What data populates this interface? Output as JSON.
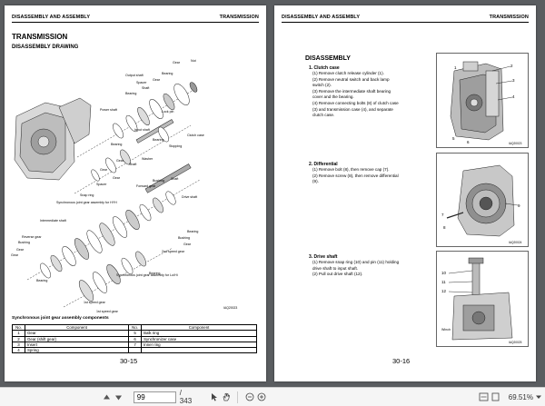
{
  "left_page": {
    "header_left": "DISASSEMBLY AND ASSEMBLY",
    "header_right": "TRANSMISSION",
    "title": "TRANSMISSION",
    "subtitle": "DISASSEMBLY DRAWING",
    "labels": [
      "Gear",
      "Nut",
      "Bearing",
      "Output shaft",
      "Spacer",
      "Gear",
      "Shaft",
      "Bearing",
      "Lock pin",
      "Power shaft",
      "Input shaft",
      "Clutch case",
      "Bearing",
      "Bearing",
      "Stopping",
      "Washer",
      "Shaft",
      "Gear",
      "Gear",
      "Bushing",
      "Gear",
      "Shaft",
      "Spacer",
      "Forward gear",
      "Snap ring",
      "Synchronous joint gear assembly for HYH",
      "Intermediate shaft",
      "Reverse gear",
      "Bushing",
      "Gear",
      "Gear",
      "Bushing",
      "Gear",
      "2nd speed gear",
      "Bearing",
      "Bearing",
      "1st speed gear",
      "Synchronous joint gear assembly for Lo/Hi",
      "1st speed gear",
      "Drive shaft",
      "Bearing"
    ],
    "fig_code": "IAQ20023",
    "table_title": "Synchronous joint gear assembly components",
    "table_headers": [
      "No.",
      "Component",
      "No.",
      "Component"
    ],
    "table_rows": [
      [
        "1",
        "Gear",
        "5",
        "Balk ring"
      ],
      [
        "2",
        "Gear (shift gear)",
        "6",
        "Synchronizer case"
      ],
      [
        "3",
        "Insert",
        "7",
        "Inner ring"
      ],
      [
        "4",
        "Spring",
        "",
        ""
      ]
    ],
    "page_number": "30-15"
  },
  "right_page": {
    "header_left": "DISASSEMBLY AND ASSEMBLY",
    "header_right": "TRANSMISSION",
    "title": "DISASSEMBLY",
    "s1_title": "1.   Clutch case",
    "s1_lines": [
      "(1)  Remove clutch release cylinder (1).",
      "(2)  Remove neutral switch and back lamp",
      "       switch (2).",
      "(3)  Remove the intermediate shaft bearing",
      "       cover and the bearing.",
      "(4)  Remove connecting bolts (8) of clutch case",
      "       (3) and transmission case (4), and separate",
      "       clutch case."
    ],
    "fig1_code": "IAQ20023",
    "s2_title": "2.   Differential",
    "s2_lines": [
      "(1)  Remove bolt (8), then remove cap (7).",
      "(2)  Remove screw (8), then remove differential",
      "       (9)."
    ],
    "fig2_code": "IAQ20024",
    "s3_title": "3.   Drive shaft",
    "s3_lines": [
      "(1)  Remove snap ring (10) and pin (11) holding",
      "       drive shaft to input shaft.",
      "(2)  Pull out drive shaft (12)."
    ],
    "fig3_code": "IAQ20025",
    "callouts_fig1": [
      "1",
      "2",
      "3",
      "4",
      "5",
      "6"
    ],
    "callouts_fig2": [
      "7",
      "8",
      "9"
    ],
    "callouts_fig3": [
      "10",
      "11",
      "12"
    ],
    "fig3_label": "Winch",
    "page_number": "30-16"
  },
  "toolbar": {
    "current_page": "99",
    "total_pages": "/ 343",
    "zoom": "69.51%"
  }
}
